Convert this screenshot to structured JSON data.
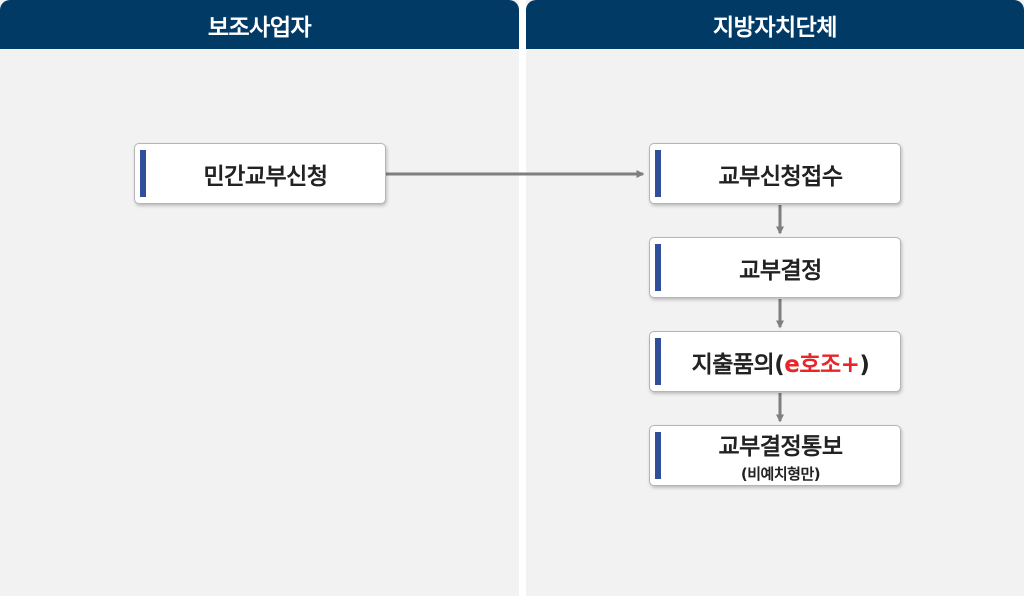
{
  "lanes": {
    "left_title": "보조사업자",
    "right_title": "지방자치단체"
  },
  "steps": {
    "apply": "민간교부신청",
    "receive": "교부신청접수",
    "decide": "교부결정",
    "expend_main": "지출품의(",
    "expend_highlight": "e호조+",
    "expend_close": ")",
    "notify": "교부결정통보",
    "notify_sub": "(비예치형만)"
  },
  "colors": {
    "header_bg": "#023a66",
    "accent_bar": "#2f4f9a",
    "highlight": "#e8262a",
    "arrow": "#7f7f7f"
  }
}
